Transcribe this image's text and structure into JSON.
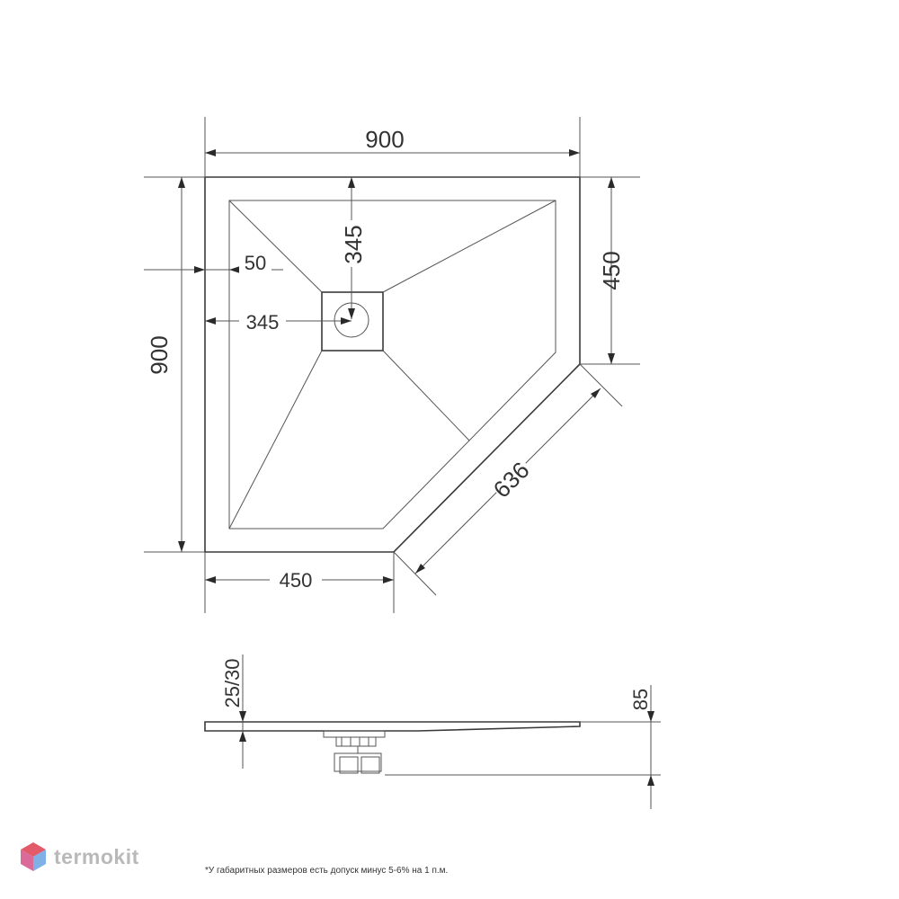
{
  "plan_view": {
    "dim_width_top": "900",
    "dim_height_left": "900",
    "dim_right_side": "450",
    "dim_bottom_side": "450",
    "dim_diagonal": "636",
    "dim_drain_from_top": "345",
    "dim_drain_from_left": "345",
    "dim_rim_width": "50"
  },
  "side_view": {
    "dim_tray_thickness": "25/30",
    "dim_total_height": "85"
  },
  "footnote": "*У габаритных размеров есть допуск минус  5-6% на 1 п.м.",
  "brand": {
    "name": "termokit",
    "logo_colors": [
      "#e35b6b",
      "#7fb0e6"
    ]
  }
}
